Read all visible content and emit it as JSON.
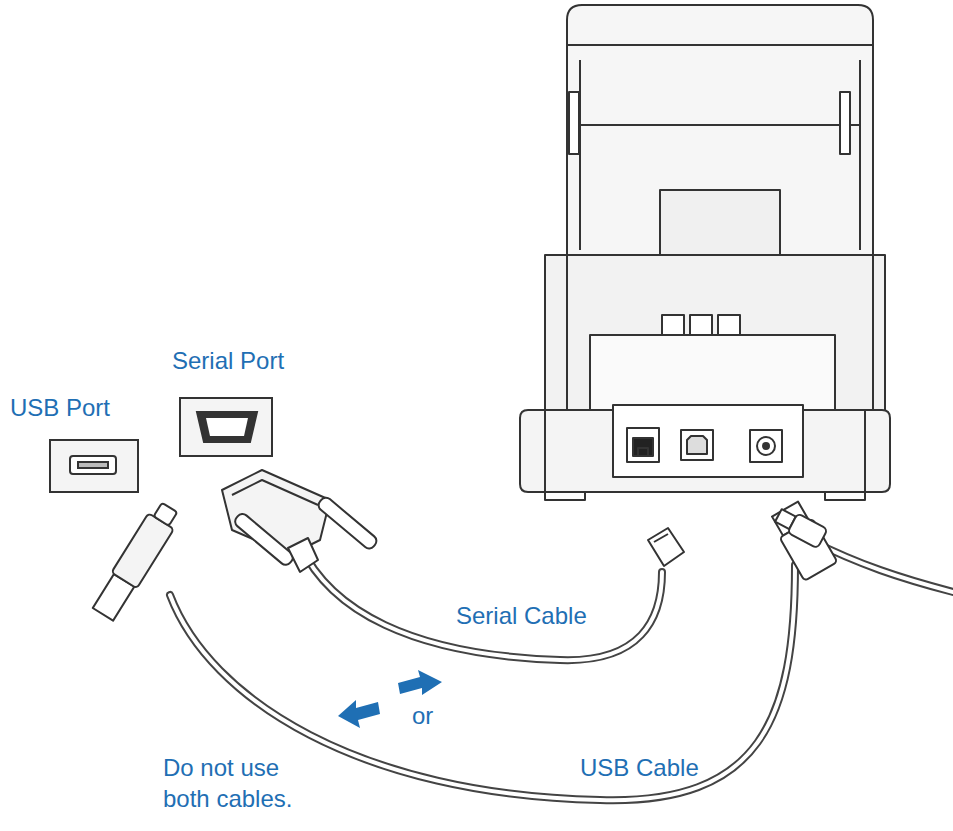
{
  "diagram": {
    "labels": [
      "USB Port",
      "Serial Port",
      "Serial Cable",
      "or",
      "USB Cable",
      "Do not use both cables."
    ]
  }
}
